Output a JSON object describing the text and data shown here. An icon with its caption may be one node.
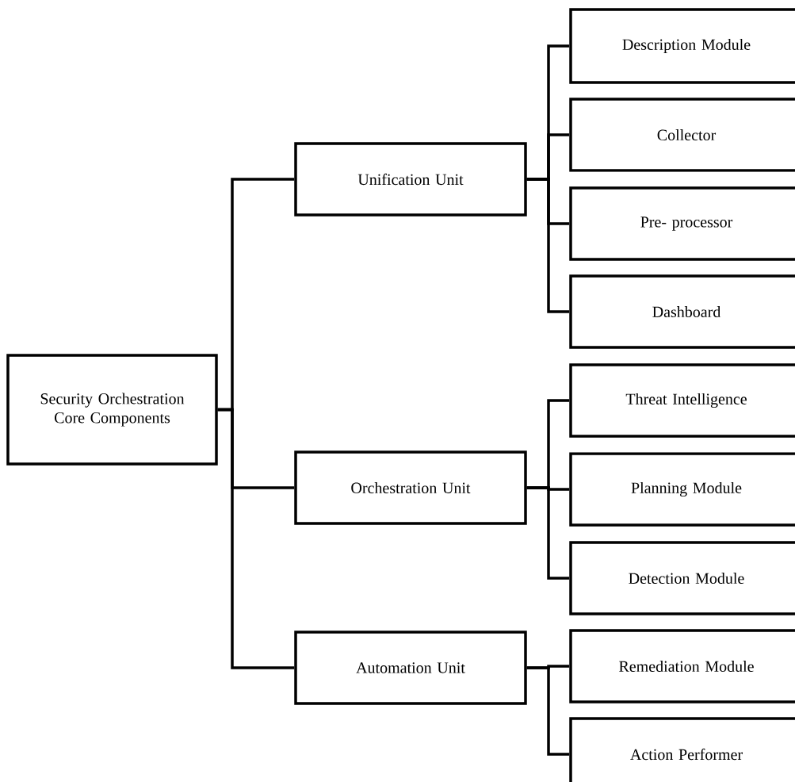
{
  "diagram": {
    "nodes": [
      {
        "text": [
          "Security Orchestration Core Components"
        ]
      },
      {
        "text": [
          "Unification Unit"
        ]
      },
      {
        "text": [
          "Orchestration Unit"
        ]
      },
      {
        "text": [
          "Automation Unit"
        ]
      },
      {
        "text": [
          "Description Module"
        ]
      },
      {
        "text": [
          "Collector"
        ]
      },
      {
        "text": [
          "Pre- processor"
        ]
      },
      {
        "text": [
          "Dashboard"
        ]
      },
      {
        "text": [
          "Threat Intelligence"
        ]
      },
      {
        "text": [
          "Planning Module"
        ]
      },
      {
        "text": [
          "Detection Module"
        ]
      },
      {
        "text": [
          "Remediation Module"
        ]
      },
      {
        "text": [
          "Action Performer"
        ]
      }
    ],
    "edges": [
      {
        "from": 0,
        "to": 1,
        "arrow": "none"
      },
      {
        "from": 0,
        "to": 2,
        "arrow": "none"
      },
      {
        "from": 0,
        "to": 3,
        "arrow": "none"
      },
      {
        "from": 1,
        "to": 4,
        "arrow": "none"
      },
      {
        "from": 1,
        "to": 5,
        "arrow": "none"
      },
      {
        "from": 1,
        "to": 6,
        "arrow": "none"
      },
      {
        "from": 1,
        "to": 7,
        "arrow": "none"
      },
      {
        "from": 2,
        "to": 8,
        "arrow": "none"
      },
      {
        "from": 2,
        "to": 9,
        "arrow": "none"
      },
      {
        "from": 2,
        "to": 10,
        "arrow": "none"
      },
      {
        "from": 3,
        "to": 11,
        "arrow": "none"
      },
      {
        "from": 3,
        "to": 12,
        "arrow": "none"
      }
    ]
  }
}
